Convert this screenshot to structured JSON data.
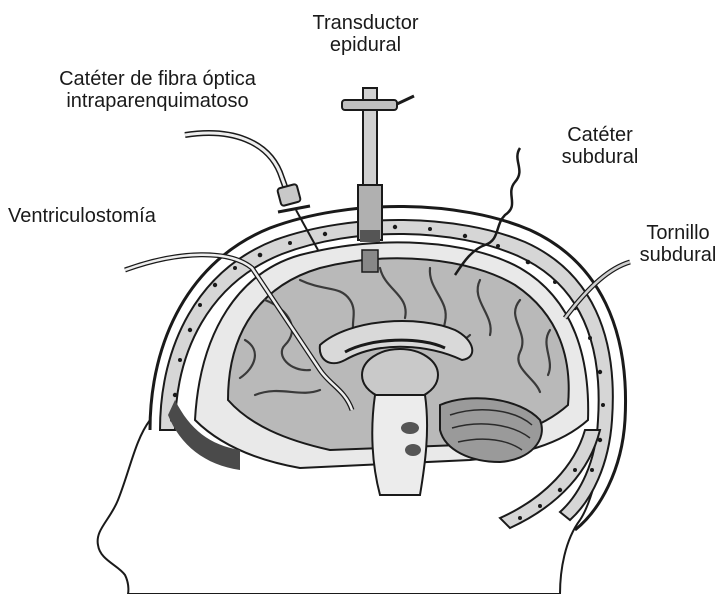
{
  "labels": {
    "epidural_transducer": {
      "line1": "Transductor",
      "line2": "epidural"
    },
    "fiber_optic_catheter": {
      "line1": "Catéter de fibra óptica",
      "line2": "intraparenquimatoso"
    },
    "subdural_catheter": {
      "line1": "Catéter",
      "line2": "subdural"
    },
    "ventriculostomy": {
      "line1": "Ventriculostomía"
    },
    "subdural_bolt": {
      "line1": "Tornillo",
      "line2": "subdural"
    }
  },
  "colors": {
    "ink": "#1a1a1a",
    "skull": "#d6d6d6",
    "brain": "#b9b9b9",
    "cut_face": "#e9e9e9",
    "dark": "#4a4a4a"
  }
}
